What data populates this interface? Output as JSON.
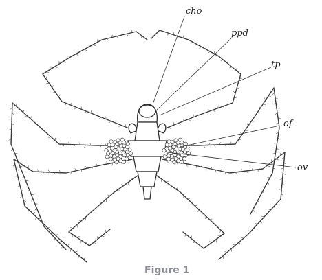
{
  "figure": {
    "caption": "Figure 1",
    "labels": {
      "cho": "cho",
      "ppd": "ppd",
      "tp": "tp",
      "of": "of",
      "ov": "ov"
    }
  }
}
